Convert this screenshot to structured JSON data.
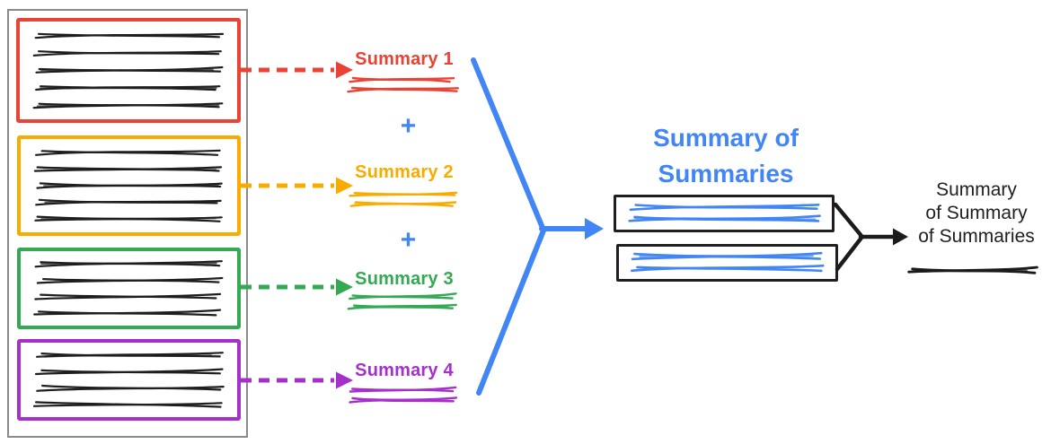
{
  "colors": {
    "blue": "#4285F4",
    "frame": "#8A8A8A",
    "ink": "#1E1E1E",
    "background": "#FFFFFF"
  },
  "source_document": {
    "chunks": [
      {
        "border_color": "#E84335",
        "scribble": {
          "color": "#1E1E1E",
          "lines": 5
        }
      },
      {
        "border_color": "#F9AB00",
        "scribble": {
          "color": "#1E1E1E",
          "lines": 5
        }
      },
      {
        "border_color": "#34A853",
        "scribble": {
          "color": "#1E1E1E",
          "lines": 4
        }
      },
      {
        "border_color": "#A431C9",
        "scribble": {
          "color": "#1E1E1E",
          "lines": 4
        }
      }
    ]
  },
  "summaries": [
    {
      "label": "Summary 1",
      "color": "#E84335",
      "scribble": {
        "color": "#E84335",
        "lines": 2
      }
    },
    {
      "label": "Summary 2",
      "color": "#F9AB00",
      "scribble": {
        "color": "#F9AB00",
        "lines": 2
      }
    },
    {
      "label": "Summary 3",
      "color": "#34A853",
      "scribble": {
        "color": "#34A853",
        "lines": 2
      }
    },
    {
      "label": "Summary 4",
      "color": "#A431C9",
      "scribble": {
        "color": "#A431C9",
        "lines": 2
      }
    }
  ],
  "plus": {
    "symbol": "+",
    "color": "#4285F4"
  },
  "summary_of_summaries": {
    "title_lines": [
      "Summary of",
      "Summaries"
    ],
    "title_color": "#4285F4",
    "box_border_color": "#1F1F1F",
    "boxes": [
      {
        "scribble": {
          "color": "#4285F4",
          "lines": 2
        }
      },
      {
        "scribble": {
          "color": "#4285F4",
          "lines": 2
        }
      }
    ]
  },
  "final_summary": {
    "label_lines": [
      "Summary",
      "of Summary",
      "of Summaries"
    ],
    "text_color": "#1F1F1F",
    "arrow_color": "#1B1B1B",
    "scribble": {
      "color": "#1B1B1B",
      "lines": 1
    }
  }
}
